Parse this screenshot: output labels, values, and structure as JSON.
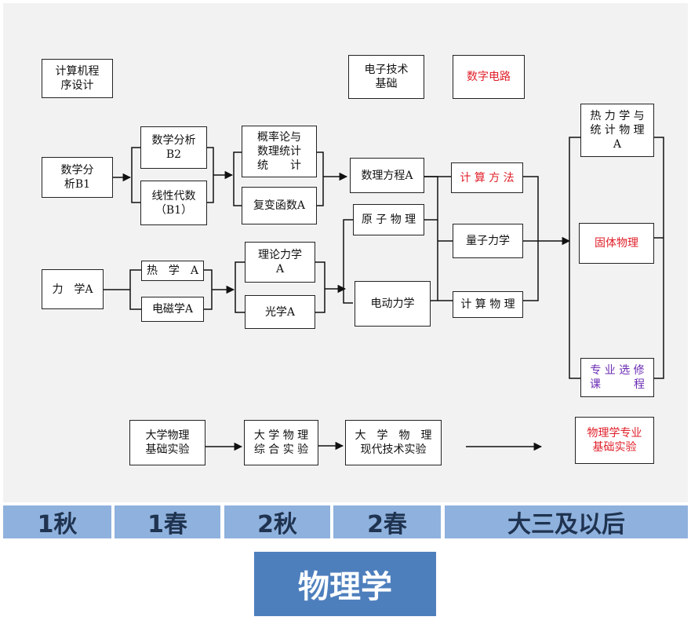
{
  "colors": {
    "panel": "#f2f2f2",
    "timeline": "#8fb1dd",
    "title_bg": "#4e7fbd",
    "red_text": "#e0202a",
    "purple_text": "#6a2bb3"
  },
  "courses": {
    "programming": "计算机程\n序设计",
    "electronics": "电子技术\n基础",
    "digital_circuit": "数字电路",
    "math_b1": "数学分\n析B1",
    "math_b2": "数学分析\nB2",
    "linear_algebra": "线性代数\n（B1）",
    "probability": "概率论与\n数理统计\n统　　计",
    "complex": "复变函数A",
    "math_physics": "数理方程A",
    "computational_methods": "计 算 方 法",
    "atomic": "原 子 物 理",
    "quantum": "量子力学",
    "electrodynamics": "电动力学",
    "computational_physics": "计 算 物 理",
    "thermo_stat": "热 力 学 与\n统 计 物 理\nA",
    "solid_state": "固体物理",
    "electives": "专 业 选 修\n课　　　程",
    "mechanics": "力　学A",
    "heat": "热　学　A",
    "em": "电磁学A",
    "theoretical_mechanics": "理论力学\nA",
    "optics": "光学A",
    "lab_basic": "大学物理\n基础实验",
    "lab_comprehensive": "大 学 物 理\n综 合 实 验",
    "lab_modern": "大　学　物　理\n现代技术实验",
    "lab_major": "物理学专业\n基础实验"
  },
  "timeline": [
    "1秋",
    "1春",
    "2秋",
    "2春",
    "大三及以后"
  ],
  "title": "物理学"
}
